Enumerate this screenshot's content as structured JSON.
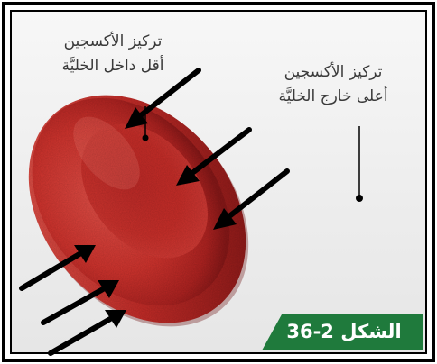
{
  "labels": {
    "inside": {
      "line1": "تركيز الأكسجين",
      "line2": "أقل داخل الخليَّة"
    },
    "outside": {
      "line1": "تركيز الأكسجين",
      "line2": "أعلى خارج الخليَّة"
    }
  },
  "caption": {
    "text": "الشكل 2-36"
  },
  "colors": {
    "cell_light": "#e0453d",
    "cell_mid": "#c42a25",
    "cell_dark": "#7e1414",
    "caption_bg": "#1f7a3c",
    "arrow": "#000000"
  },
  "arrows_count": 6
}
